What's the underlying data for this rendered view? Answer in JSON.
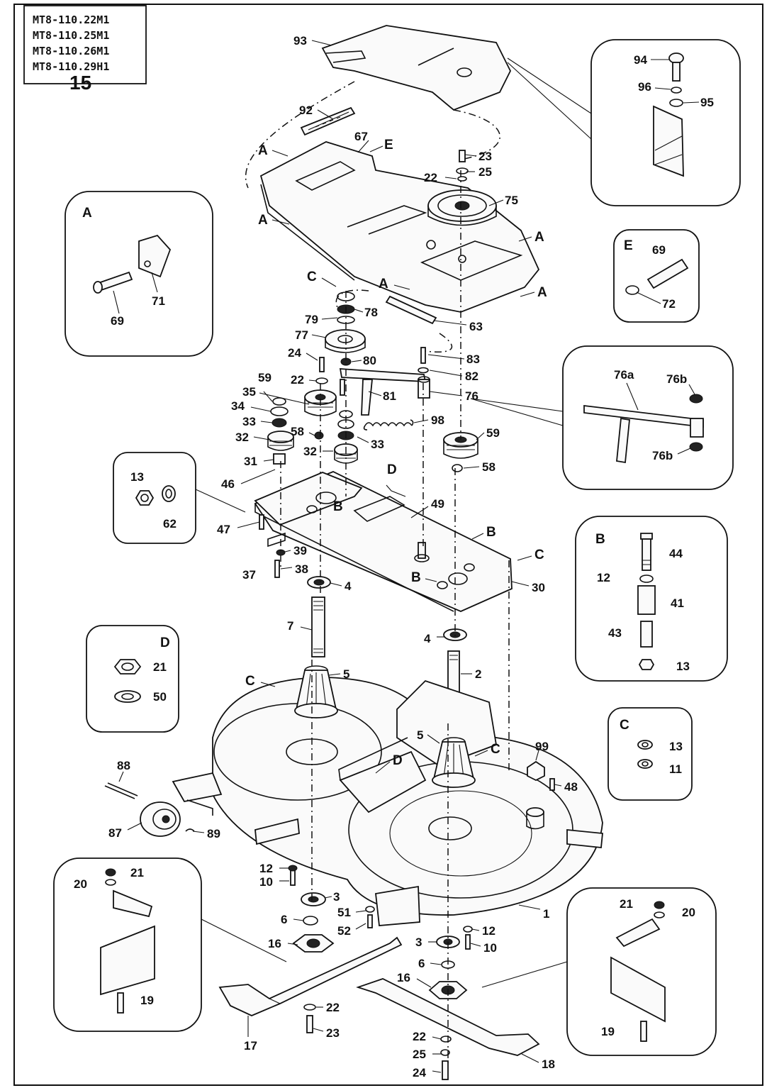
{
  "header": {
    "models": [
      "MT8-110.22M1",
      "MT8-110.25M1",
      "MT8-110.26M1",
      "MT8-110.29H1"
    ],
    "page_number": "15"
  },
  "callouts": {
    "c93": "93",
    "c92": "92",
    "c67": "67",
    "c23a": "23",
    "c25a": "25",
    "c22a": "22",
    "c75": "75",
    "c63": "63",
    "c78": "78",
    "c79": "79",
    "c77": "77",
    "c24a": "24",
    "c80": "80",
    "c22b": "22",
    "c83": "83",
    "c82": "82",
    "c81": "81",
    "c76": "76",
    "c59a": "59",
    "c35": "35",
    "c34": "34",
    "c33a": "33",
    "c32a": "32",
    "c58a": "58",
    "c32b": "32",
    "c33b": "33",
    "c98": "98",
    "c59b": "59",
    "c58b": "58",
    "c31": "31",
    "c46": "46",
    "c47": "47",
    "c49": "49",
    "c37": "37",
    "c39": "39",
    "c38": "38",
    "c4a": "4",
    "c30": "30",
    "c7": "7",
    "c4b": "4",
    "c2": "2",
    "c5a": "5",
    "c5b": "5",
    "c99": "99",
    "c48": "48",
    "c88": "88",
    "c87": "87",
    "c89": "89",
    "c12a": "12",
    "c10a": "10",
    "c3a": "3",
    "c51": "51",
    "c52": "52",
    "c6a": "6",
    "c16a": "16",
    "c1": "1",
    "c12b": "12",
    "c10b": "10",
    "c3b": "3",
    "c6b": "6",
    "c16b": "16",
    "c22c": "22",
    "c23b": "23",
    "c17": "17",
    "c22d": "22",
    "c25b": "25",
    "c24b": "24",
    "c18": "18"
  },
  "arrows": {
    "a1": "A",
    "a2": "A",
    "a3": "A",
    "a4": "A",
    "a5": "A",
    "e1": "E",
    "c1": "C",
    "c2": "C",
    "c3": "C",
    "c4": "C",
    "b1": "B",
    "b2": "B",
    "b3": "B",
    "d1": "D",
    "d2": "D"
  },
  "insets": {
    "top_right": {
      "labels": [
        "94",
        "96",
        "95"
      ]
    },
    "A": {
      "title": "A",
      "labels": [
        "71",
        "69"
      ]
    },
    "E": {
      "title": "E",
      "labels": [
        "69",
        "72"
      ]
    },
    "bar": {
      "labels": [
        "76a",
        "76b",
        "76b"
      ]
    },
    "nut": {
      "labels": [
        "13",
        "62"
      ]
    },
    "B": {
      "title": "B",
      "labels": [
        "44",
        "12",
        "41",
        "43",
        "13"
      ]
    },
    "D": {
      "title": "D",
      "labels": [
        "21",
        "50"
      ]
    },
    "C": {
      "title": "C",
      "labels": [
        "13",
        "11"
      ]
    },
    "blade_left": {
      "labels": [
        "21",
        "20",
        "19"
      ]
    },
    "blade_right": {
      "labels": [
        "21",
        "20",
        "19"
      ]
    }
  }
}
